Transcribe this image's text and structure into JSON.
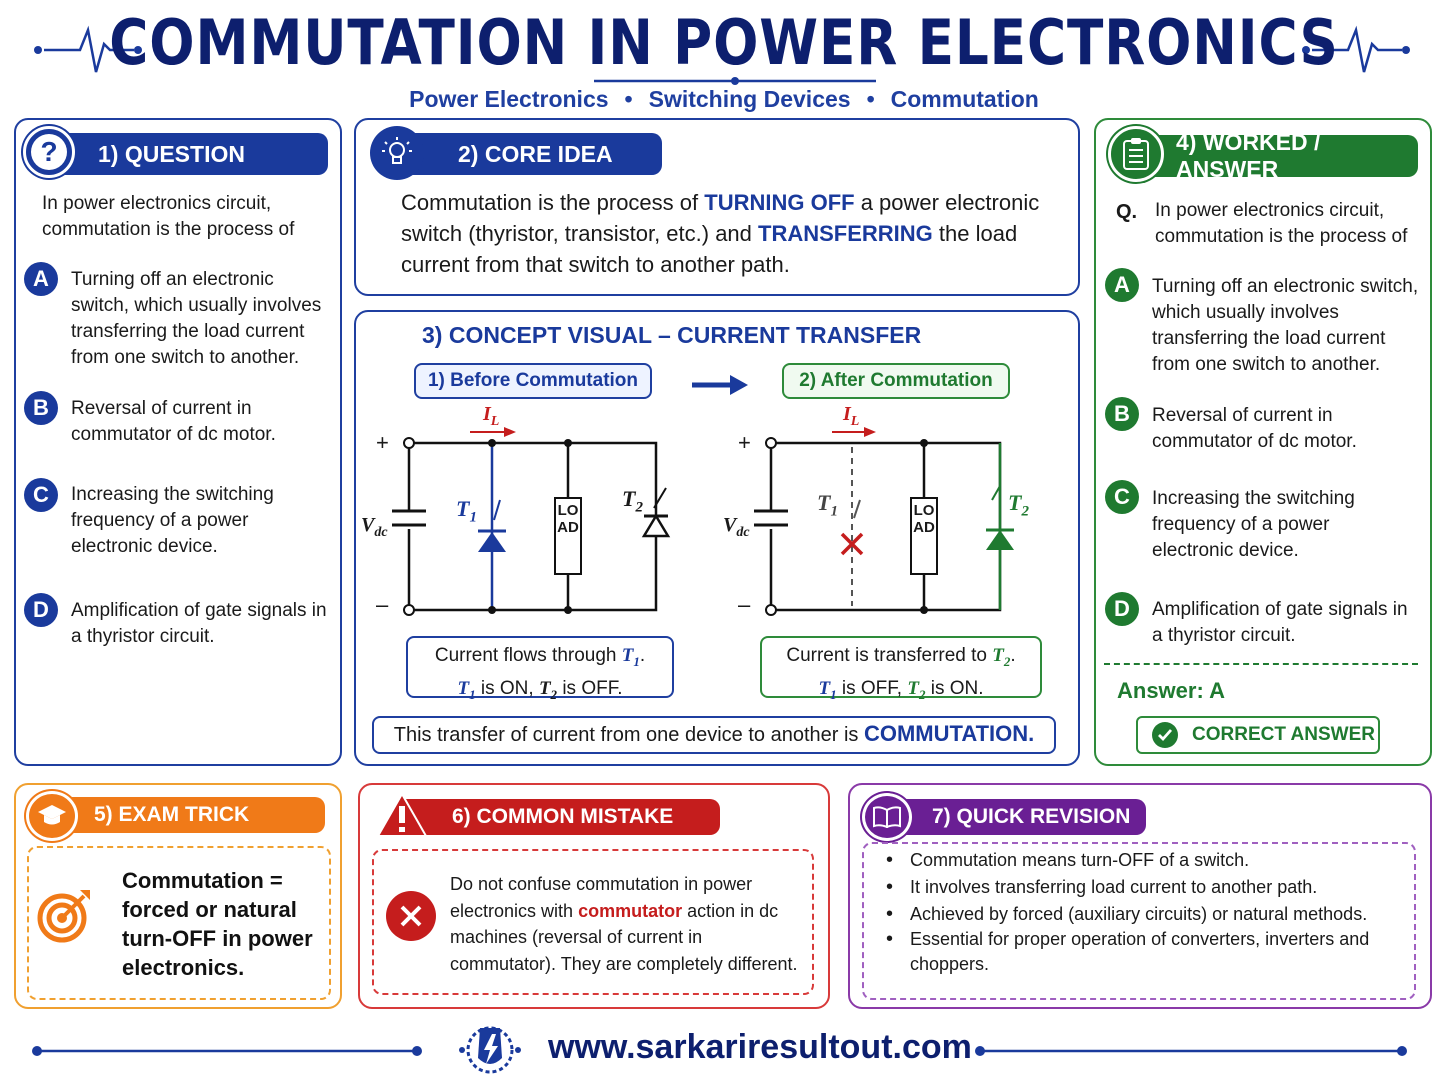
{
  "header": {
    "title": "COMMUTATION IN POWER ELECTRONICS",
    "subtitle_parts": [
      "Power Electronics",
      "Switching Devices",
      "Commutation"
    ],
    "separator": "•"
  },
  "question": {
    "heading": "1) QUESTION",
    "icon_glyph": "?",
    "stem": "In power electronics circuit, commutation is the process of",
    "options": [
      {
        "letter": "A",
        "text": "Turning off an electronic switch, which usually involves transferring the load current from one switch to another."
      },
      {
        "letter": "B",
        "text": "Reversal of current in commutator of dc motor."
      },
      {
        "letter": "C",
        "text": "Increasing the switching frequency of a power electronic device."
      },
      {
        "letter": "D",
        "text": "Amplification of gate signals in a thyristor circuit."
      }
    ]
  },
  "core_idea": {
    "heading": "2) CORE IDEA",
    "text_1": "Commutation is the process of ",
    "highlight_1": "TURNING OFF",
    "text_2": " a power electronic switch (thyristor, transistor, etc.) and ",
    "highlight_2": "TRANSFERRING",
    "text_3": " the load current from that switch to another path."
  },
  "concept": {
    "heading": "3)  CONCEPT VISUAL – CURRENT TRANSFER",
    "before_label": "1) Before Commutation",
    "after_label": "2) After Commutation",
    "plus": "+",
    "minus": "–",
    "vdc": "V",
    "vdc_sub": "dc",
    "il": "I",
    "il_sub": "L",
    "t1": "T",
    "t1_sub": "1",
    "t2": "T",
    "t2_sub": "2",
    "load": "LOAD",
    "before_caption_1": "Current flows through ",
    "before_caption_2a": " is ON,  ",
    "before_caption_2b": " is OFF.",
    "after_caption_1": "Current is transferred to ",
    "after_caption_2a": " is OFF,  ",
    "after_caption_2b": " is ON.",
    "period": ".",
    "summary_text": "This transfer of current from one device to another is ",
    "summary_highlight": "COMMUTATION."
  },
  "worked": {
    "heading": "4) WORKED / ANSWER",
    "q_label": "Q.",
    "stem": "In power electronics circuit, commutation is the process of",
    "options": [
      {
        "letter": "A",
        "text": "Turning off an electronic switch, which usually involves transferring the load current from one switch to another."
      },
      {
        "letter": "B",
        "text": "Reversal of current in commutator of dc motor."
      },
      {
        "letter": "C",
        "text": "Increasing the switching frequency of a power electronic device."
      },
      {
        "letter": "D",
        "text": "Amplification of gate signals in a thyristor circuit."
      }
    ],
    "answer_label": "Answer:  A",
    "correct_label": "CORRECT ANSWER"
  },
  "exam_trick": {
    "heading": "5) EXAM TRICK",
    "text": "Commutation = forced or natural turn-OFF in power electronics."
  },
  "mistake": {
    "heading": "6) COMMON MISTAKE",
    "text_1": "Do not confuse commutation in power electronics with ",
    "highlight": "commutator",
    "text_2": " action in dc machines (reversal of current in commutator). They are completely different."
  },
  "revision": {
    "heading": "7) QUICK REVISION",
    "items": [
      "Commutation means turn-OFF of a switch.",
      "It involves transferring load current to another path.",
      "Achieved by forced (auxiliary circuits) or natural methods.",
      "Essential for proper operation of converters, inverters and choppers."
    ]
  },
  "footer": {
    "url": "www.sarkariresultout.com"
  },
  "colors": {
    "navy": "#0d1f6e",
    "blue": "#1a3a9c",
    "green": "#1f7a30",
    "orange": "#f07a18",
    "red": "#c51d1d",
    "purple": "#6a1f94"
  }
}
